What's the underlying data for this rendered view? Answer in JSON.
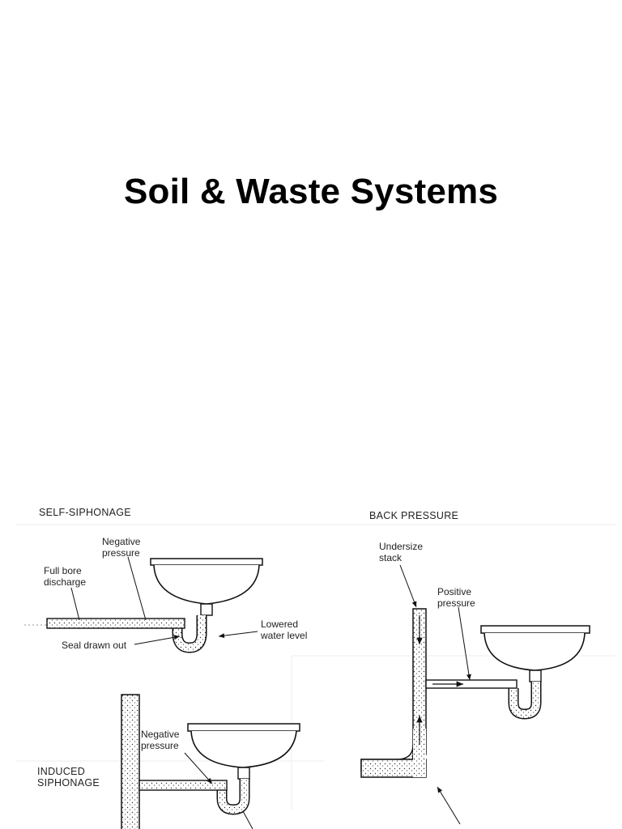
{
  "title": "Soil & Waste Systems",
  "diagrams": {
    "self_siphonage": {
      "heading": "SELF-SIPHONAGE",
      "negative_pressure": "Negative\npressure",
      "full_bore_discharge": "Full bore\ndischarge",
      "lowered_water_level": "Lowered\nwater level",
      "seal_drawn_out": "Seal drawn out"
    },
    "back_pressure": {
      "heading": "BACK PRESSURE",
      "undersize_stack": "Undersize\nstack",
      "positive_pressure": "Positive\npressure"
    },
    "induced_siphonage": {
      "heading": "INDUCED\nSIPHONAGE",
      "negative_pressure": "Negative\npressure"
    }
  }
}
